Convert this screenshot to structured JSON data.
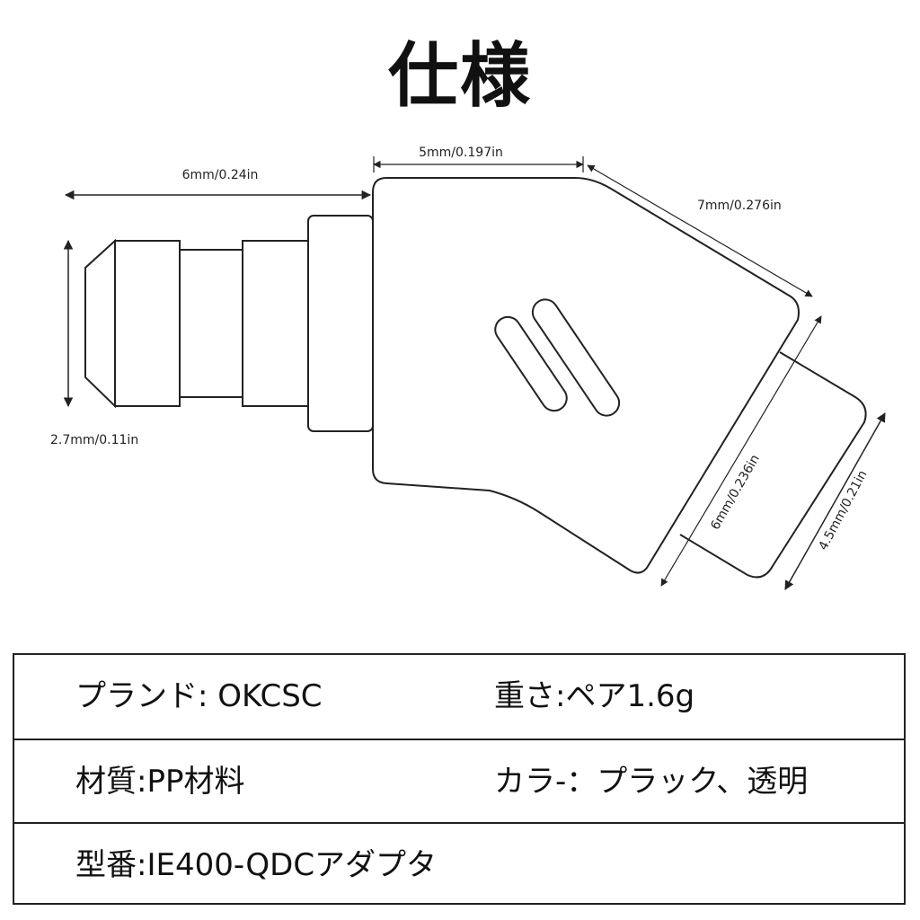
{
  "page": {
    "title": "仕様"
  },
  "dimensions": {
    "plug_length": "6mm/0.24in",
    "plug_diameter": "2.7mm/0.11in",
    "top_length": "5mm/0.197in",
    "angled_length": "7mm/0.276in",
    "body_height": "6mm/0.236in",
    "tip_width": "4.5mm/0.21in"
  },
  "specs": [
    {
      "left": "プランド: OKCSC",
      "right": "重さ:ペア1.6g"
    },
    {
      "left": "材質:PP材料",
      "right": "カラ-：プラック、透明"
    },
    {
      "left": "型番:IE400-QDCアダプタ",
      "right": ""
    }
  ],
  "colors": {
    "line": "#222222",
    "background": "#ffffff"
  }
}
